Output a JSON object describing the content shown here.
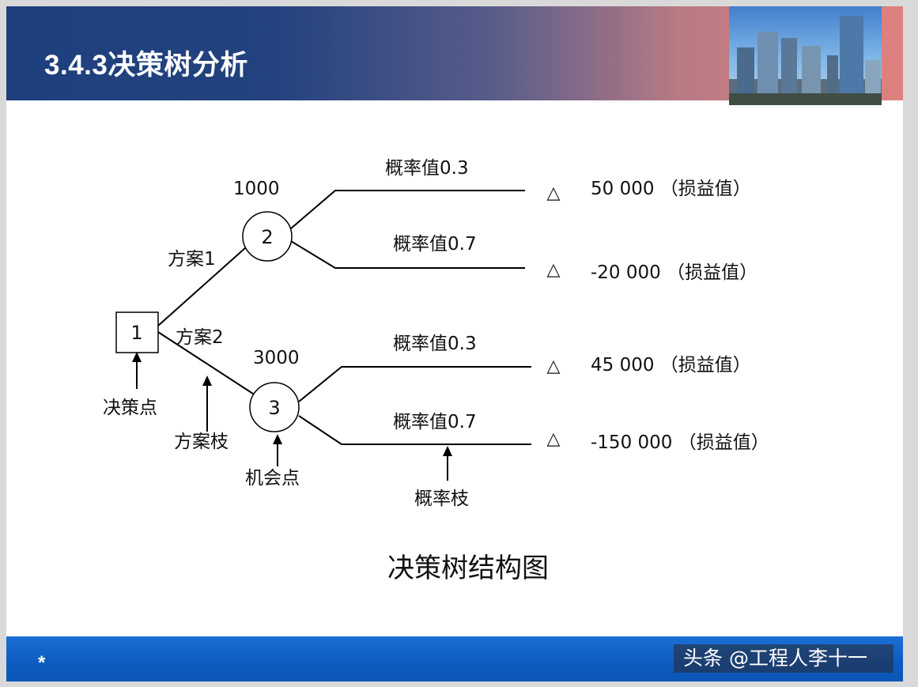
{
  "header": {
    "title": "3.4.3决策树分析"
  },
  "diagram": {
    "decision_node": "1",
    "chance_nodes": [
      "2",
      "3"
    ],
    "expected_values": [
      "1000",
      "3000"
    ],
    "branch_labels": [
      "方案1",
      "方案2"
    ],
    "probability_labels": [
      "概率值0.3",
      "概率值0.7",
      "概率值0.3",
      "概率值0.7"
    ],
    "terminal_symbol": "△",
    "payoffs": [
      "50 000 （损益值）",
      "-20 000 （损益值）",
      "45 000 （损益值）",
      "-150 000 （损益值）"
    ],
    "annotations": {
      "decision_point": "决策点",
      "scheme_branch": "方案枝",
      "chance_point": "机会点",
      "probability_branch": "概率枝"
    },
    "caption": "决策树结构图"
  },
  "footer": {
    "marker": "*",
    "watermark": "头条 @工程人李十一"
  },
  "colors": {
    "header_start": "#1e3f7e",
    "header_end": "#e08080",
    "footer": "#0d5bc0"
  }
}
